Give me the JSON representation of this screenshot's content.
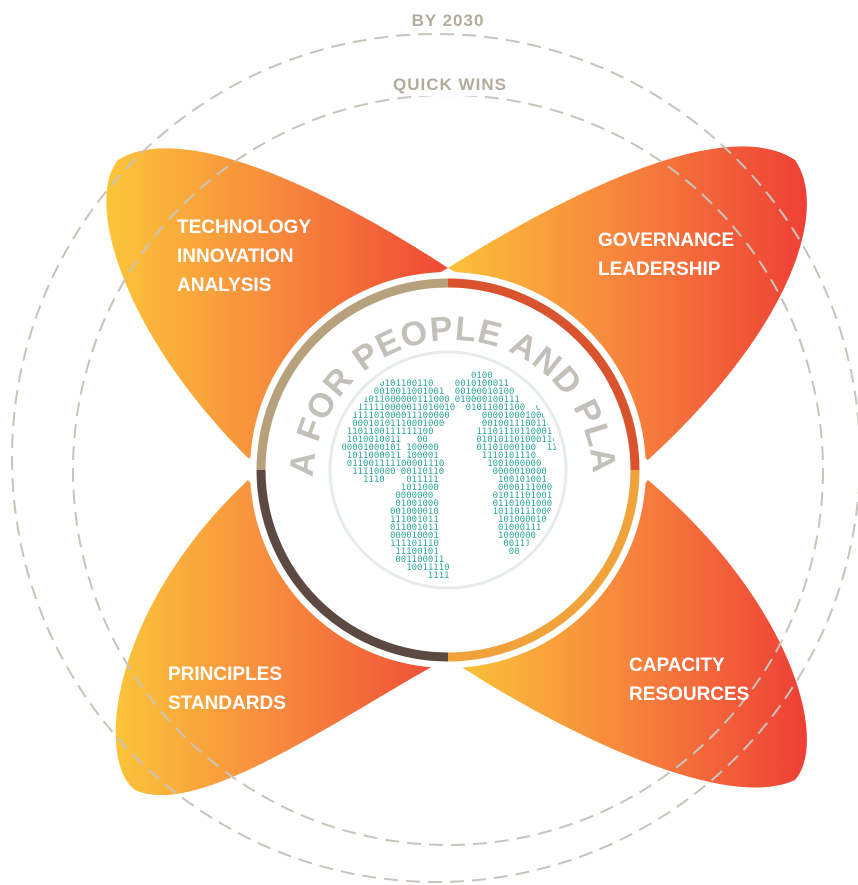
{
  "rings": {
    "outer_label": "BY 2030",
    "inner_label": "QUICK WINS"
  },
  "petals": {
    "top_left": [
      "TECHNOLOGY",
      "INNOVATION",
      "ANALYSIS"
    ],
    "top_right": [
      "GOVERNANCE",
      "LEADERSHIP"
    ],
    "bottom_left": [
      "PRINCIPLES",
      "STANDARDS"
    ],
    "bottom_right": [
      "CAPACITY",
      "RESOURCES"
    ]
  },
  "center": {
    "title": "DATA FOR PEOPLE AND PLANET",
    "globe_icon": "globe-icon"
  },
  "colors": {
    "petal_light": "#fbbf3a",
    "petal_mid": "#f7893e",
    "petal_dark": "#ef4437",
    "ring_dash": "#c9c3ba",
    "ring_text": "#b5ab9d",
    "band_tan": "#b7a17d",
    "band_red": "#d9532e",
    "band_orange": "#f0a23b",
    "band_brown": "#5c4a42",
    "globe_teal": "#2ea598"
  }
}
